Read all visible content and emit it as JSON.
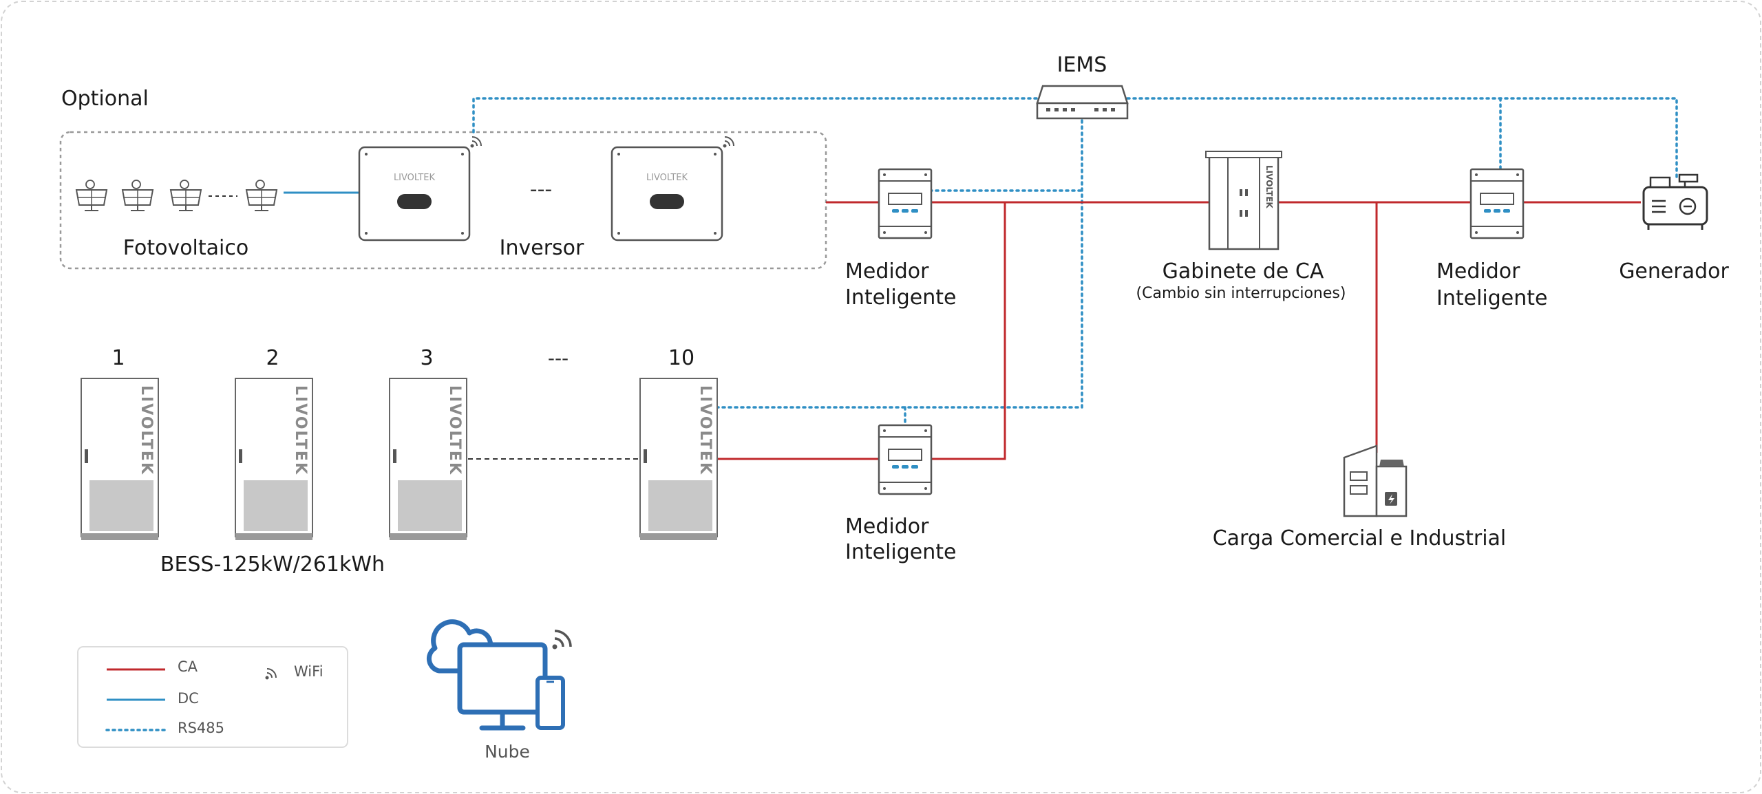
{
  "labels": {
    "optional": "Optional",
    "iems": "IEMS",
    "pv": "Fotovoltaico",
    "inverter": "Inversor",
    "inverter_dots": "---",
    "meter_top_1": "Medidor",
    "meter_top_2": "Inteligente",
    "cabinet_1": "Gabinete de CA",
    "cabinet_2": "(Cambio sin interrupciones)",
    "meter_right_1": "Medidor",
    "meter_right_2": "Inteligente",
    "generator": "Generador",
    "meter_bottom_1": "Medidor",
    "meter_bottom_2": "Inteligente",
    "load": "Carga Comercial e Industrial",
    "bess": "BESS-125kW/261kWh",
    "cloud": "Nube",
    "brand": "LIVOLTEK"
  },
  "bess_units": [
    "1",
    "2",
    "3",
    "10"
  ],
  "bess_dots": "---",
  "legend": {
    "ca": "CA",
    "dc": "DC",
    "rs485": "RS485",
    "wifi": "WiFi"
  },
  "colors": {
    "ca": "#c0292c",
    "dc": "#2f8fc4",
    "rs485": "#2f8fc4",
    "device_outline": "#555555",
    "cloud_icon": "#2e6fb5"
  }
}
